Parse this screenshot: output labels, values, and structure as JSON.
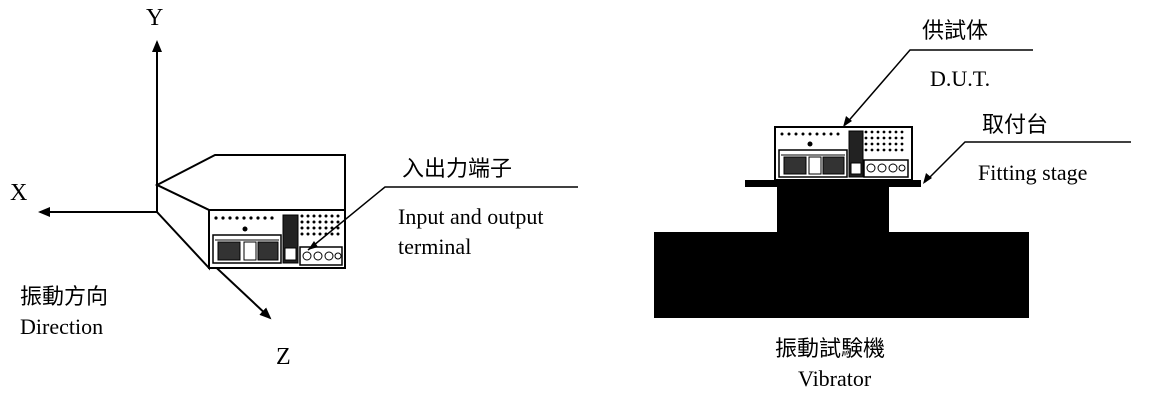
{
  "left_panel": {
    "axis_y": "Y",
    "axis_x": "X",
    "axis_z": "Z",
    "terminal_label_jp": "入出力端子",
    "terminal_label_en_line1": "Input and output",
    "terminal_label_en_line2": "terminal",
    "direction_label_jp": "振動方向",
    "direction_label_en": "Direction"
  },
  "right_panel": {
    "dut_label_jp": "供試体",
    "dut_label_en": "D.U.T.",
    "stage_label_jp": "取付台",
    "stage_label_en": "Fitting stage",
    "vibrator_label_jp": "振動試験機",
    "vibrator_label_en": "Vibrator"
  },
  "colors": {
    "ink": "#000000",
    "background": "#ffffff"
  }
}
